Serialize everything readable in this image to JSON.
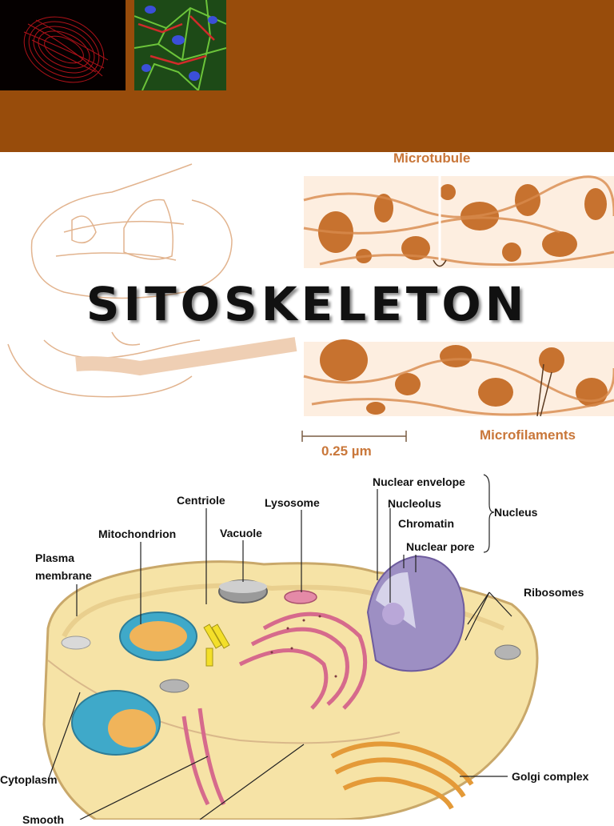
{
  "header": {
    "micrograph_left": "red-spindle-micrograph",
    "micrograph_right": "green-actin-micrograph",
    "bg_color": "#984c0b"
  },
  "title": "SITOSKELETON",
  "em_figure": {
    "microtubule_label": "Microtubule",
    "microfilaments_label": "Microfilaments",
    "scale_label": "0.25 µm",
    "accent_color": "#c9773a"
  },
  "cell_diagram": {
    "labels": {
      "nuclear_envelope": "Nuclear envelope",
      "nucleolus": "Nucleolus",
      "chromatin": "Chromatin",
      "nuclear_pore": "Nuclear pore",
      "nucleus": "Nucleus",
      "centriole": "Centriole",
      "lysosome": "Lysosome",
      "mitochondrion": "Mitochondrion",
      "vacuole": "Vacuole",
      "plasma_membrane_1": "Plasma",
      "plasma_membrane_2": "membrane",
      "ribosomes": "Ribosomes",
      "cytoplasm": "Cytoplasm",
      "golgi_complex": "Golgi complex",
      "smooth": "Smooth"
    }
  }
}
